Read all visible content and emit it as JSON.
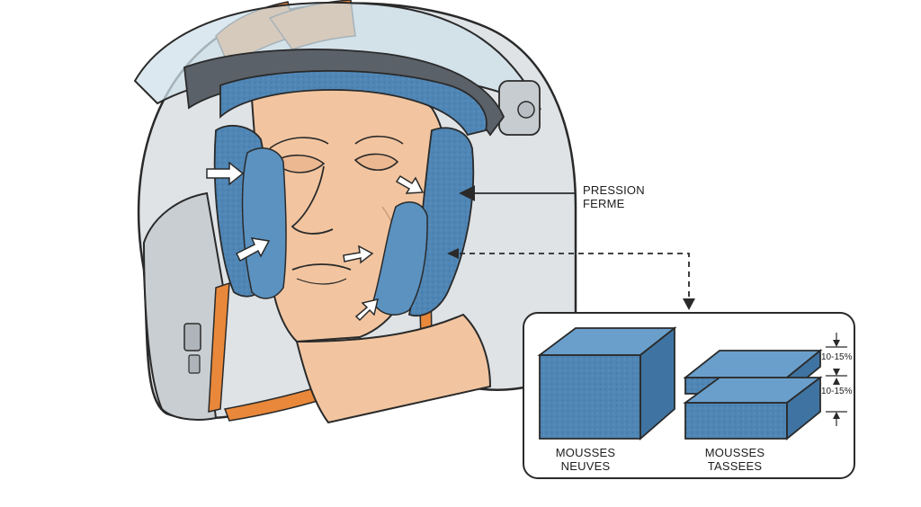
{
  "callout": {
    "pressure_line1": "PRESSION",
    "pressure_line2": "FERME"
  },
  "comparison": {
    "new_line1": "MOUSSES",
    "new_line2": "NEUVES",
    "packed_line1": "MOUSSES",
    "packed_line2": "TASSEES",
    "compression_top": "10-15%",
    "compression_bottom": "10-15%"
  },
  "colors": {
    "foam_blue": "#4f86b5",
    "accent_orange": "#e9883a",
    "skin": "#f2c5a0",
    "shell_grey": "#cfd4d8",
    "outline": "#2a2a2a"
  },
  "icons": [
    "pressure-arrow-icon",
    "dashed-leader-arrow-icon",
    "dimension-arrow-icon"
  ]
}
